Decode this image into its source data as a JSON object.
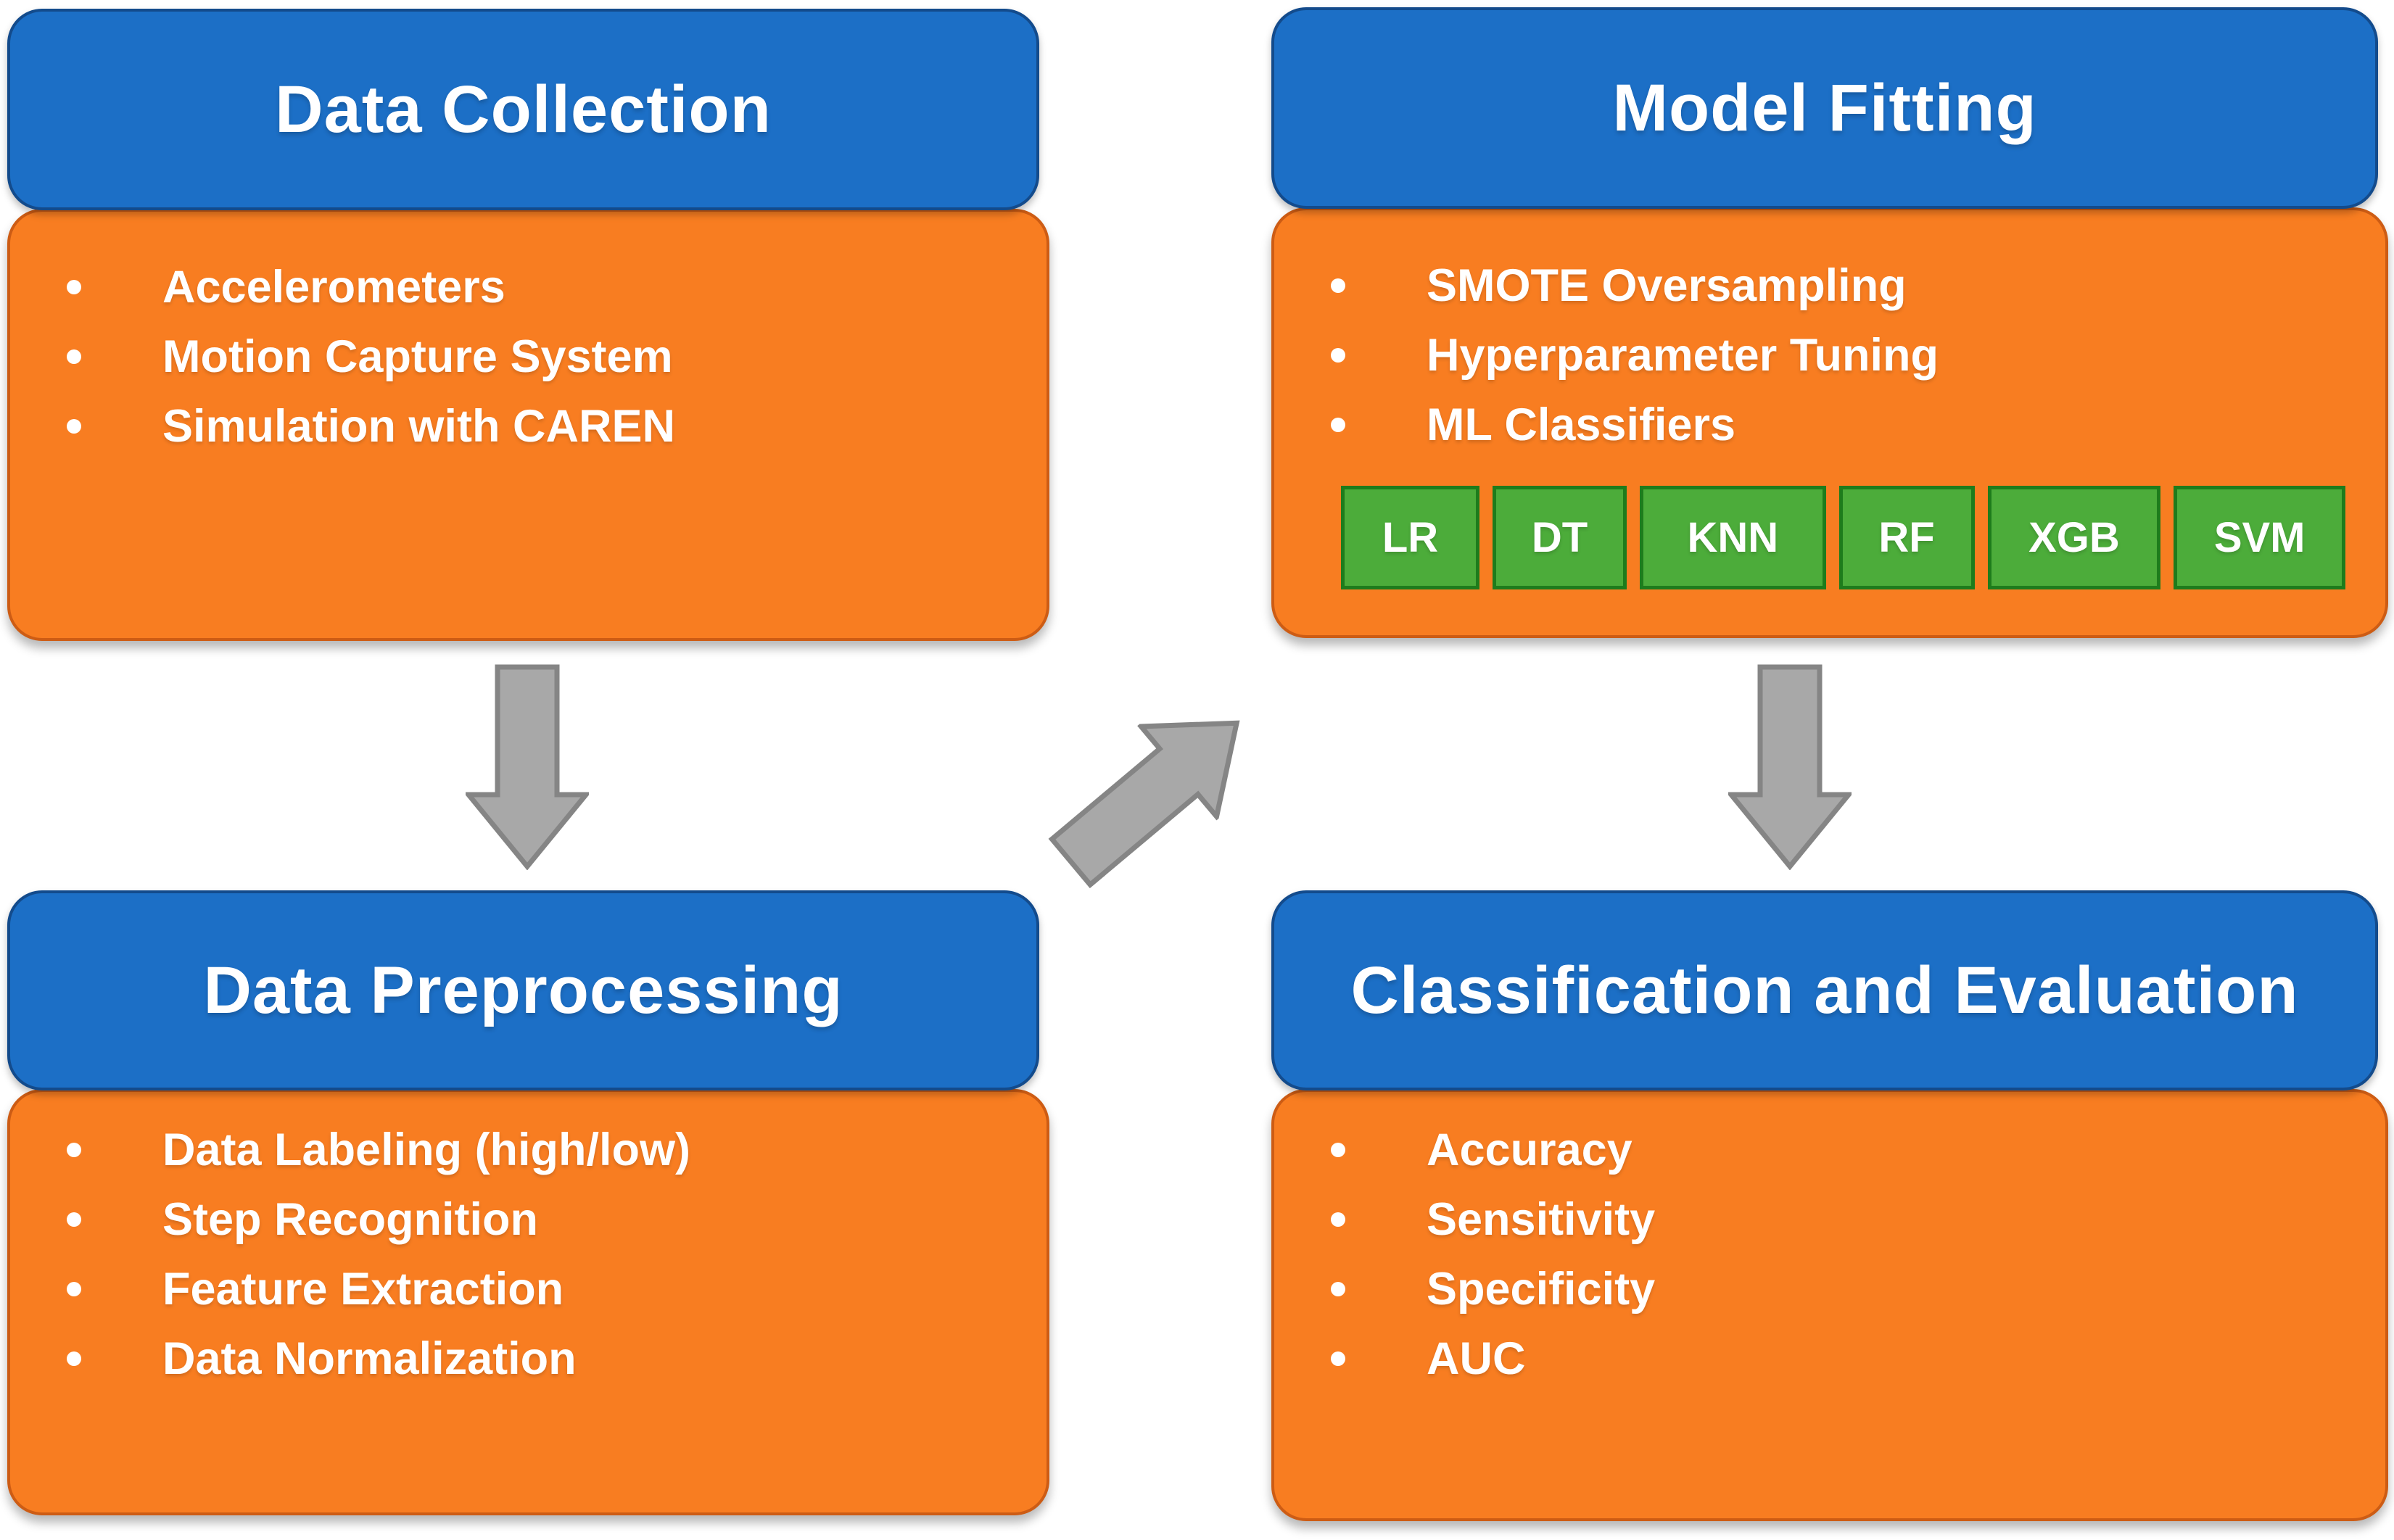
{
  "boxes": [
    {
      "id": "data-collection",
      "title": "Data Collection",
      "items": [
        "Accelerometers",
        "Motion Capture System",
        "Simulation with CAREN"
      ]
    },
    {
      "id": "model-fitting",
      "title": "Model Fitting",
      "items": [
        "SMOTE Oversampling",
        "Hyperparameter Tuning",
        "ML Classifiers"
      ],
      "classifiers": [
        "LR",
        "DT",
        "KNN",
        "RF",
        "XGB",
        "SVM"
      ]
    },
    {
      "id": "data-preprocessing",
      "title": "Data Preprocessing",
      "items": [
        "Data Labeling (high/low)",
        "Step Recognition",
        "Feature Extraction",
        "Data Normalization"
      ]
    },
    {
      "id": "classification-evaluation",
      "title": "Classification and Evaluation",
      "items": [
        "Accuracy",
        "Sensitivity",
        "Specificity",
        "AUC"
      ]
    }
  ],
  "arrows": [
    {
      "name": "data-collection-to-data-preprocessing",
      "direction": "down"
    },
    {
      "name": "data-preprocessing-to-model-fitting",
      "direction": "up-right"
    },
    {
      "name": "model-fitting-to-classification-evaluation",
      "direction": "down"
    }
  ],
  "colors": {
    "header_blue": "#1c6fc6",
    "header_blue_border": "#134b8c",
    "body_orange": "#f87d21",
    "body_orange_border": "#cd5c14",
    "chip_green": "#4cac3a",
    "chip_green_border": "#1e7c1c",
    "arrow_gray": "#a8a8a8",
    "arrow_gray_border": "#858585"
  }
}
